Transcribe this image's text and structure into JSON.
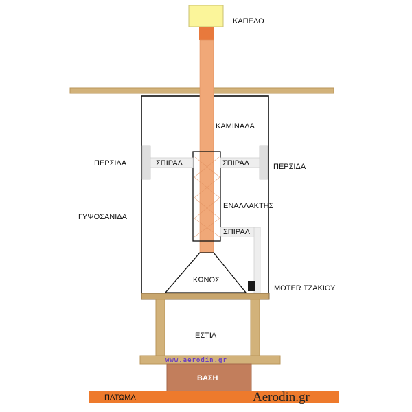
{
  "labels": {
    "kapelo": "ΚΑΠΕΛΟ",
    "kaminada": "ΚΑΜΙΝΑΔΑ",
    "persida_left": "ΠΕΡΣΙΔΑ",
    "persida_right": "ΠΕΡΣΙΔΑ",
    "spiral_left": "ΣΠΙΡΑΛ",
    "spiral_right": "ΣΠΙΡΑΛ",
    "spiral_lower": "ΣΠΙΡΑΛ",
    "enallaktis": "ΕΝΑΛΛΑΚΤΗΣ",
    "gypsosanida": "ΓΥΨΟΣΑΝΙΔΑ",
    "konos": "ΚΩΝΟΣ",
    "moter": "MOTER ΤΖΑΚΙΟΥ",
    "estia": "ΕΣΤΙΑ",
    "vasi": "ΒΑΣΗ",
    "patoma": "ΠΑΤΩΜΑ",
    "website": "www.aerodin.gr",
    "brand": "Aerodin.gr"
  },
  "colors": {
    "wood": "#d2b27a",
    "wood_edge": "#b9955a",
    "pipe": "#f0a878",
    "pipe_top": "#e8793c",
    "cap": "#fbf59a",
    "base": "#c27e5c",
    "floor": "#ee7a2c",
    "vent": "#dedede",
    "motor": "#1a1a1a"
  }
}
